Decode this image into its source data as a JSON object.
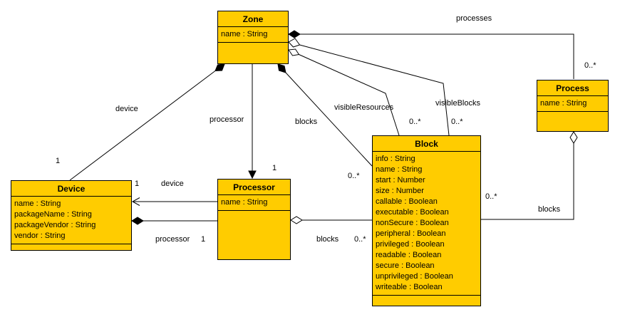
{
  "classes": {
    "zone": {
      "name": "Zone",
      "attributes": [
        "name : String"
      ]
    },
    "process": {
      "name": "Process",
      "attributes": [
        "name : String"
      ]
    },
    "device": {
      "name": "Device",
      "attributes": [
        "name : String",
        "packageName : String",
        "packageVendor : String",
        "vendor : String"
      ]
    },
    "processor": {
      "name": "Processor",
      "attributes": [
        "name : String"
      ]
    },
    "block": {
      "name": "Block",
      "attributes": [
        "info : String",
        "name : String",
        "start : Number",
        "size : Number",
        "callable : Boolean",
        "executable : Boolean",
        "nonSecure : Boolean",
        "peripheral : Boolean",
        "privileged : Boolean",
        "readable : Boolean",
        "secure : Boolean",
        "unprivileged : Boolean",
        "writeable : Boolean"
      ]
    }
  },
  "associations": {
    "zone_processes": {
      "label": "processes",
      "target_mult": "0..*"
    },
    "zone_visible_blocks": {
      "label": "visibleBlocks",
      "target_mult": "0..*"
    },
    "zone_visible_resources": {
      "label": "visibleResources",
      "target_mult": "0..*"
    },
    "zone_blocks": {
      "label": "blocks",
      "target_mult": "0..*"
    },
    "zone_device": {
      "label": "device",
      "target_mult": "1"
    },
    "zone_processor": {
      "label": "processor",
      "target_mult": "1"
    },
    "processor_device": {
      "label": "device",
      "target_mult": "1"
    },
    "device_processor": {
      "label": "processor",
      "target_mult": "1"
    },
    "processor_blocks": {
      "label": "blocks",
      "target_mult": "0..*"
    },
    "process_blocks": {
      "label": "blocks",
      "target_mult": "0..*"
    }
  },
  "colors": {
    "class_fill": "#FFCC00",
    "line": "#000000",
    "background": "#FFFFFF"
  }
}
